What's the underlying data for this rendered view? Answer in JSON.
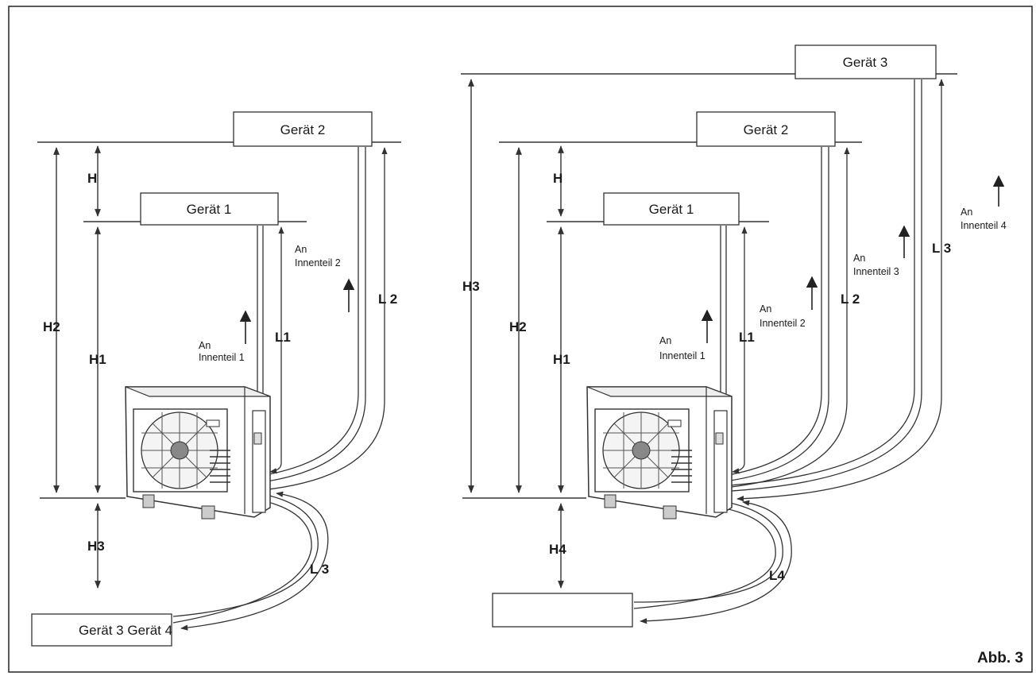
{
  "left": {
    "unit1": "Gerät 1",
    "unit2": "Gerät 2",
    "unit3": "Gerät 3 Gerät 4",
    "dims": {
      "h": "H",
      "h1": "H1",
      "h2": "H2",
      "h3": "H3",
      "l1": "L1",
      "l2": "L 2",
      "l3": "L 3"
    },
    "arrow1": {
      "line1": "An",
      "line2": "Innenteil 1"
    },
    "arrow2": {
      "line1": "An",
      "line2": "Innenteil 2"
    }
  },
  "right": {
    "unit1": "Gerät 1",
    "unit2": "Gerät 2",
    "unit3": "Gerät 3",
    "unit4": "",
    "dims": {
      "h": "H",
      "h1": "H1",
      "h2": "H2",
      "h3": "H3",
      "h4": "H4",
      "l1": "L1",
      "l2": "L 2",
      "l3": "L 3",
      "l4": "L4"
    },
    "arrow1": {
      "line1": "An",
      "line2": "Innenteil 1"
    },
    "arrow2": {
      "line1": "An",
      "line2": "Innenteil 2"
    },
    "arrow3": {
      "line1": "An",
      "line2": "Innenteil 3"
    },
    "arrow4": {
      "line1": "An",
      "line2": "Innenteil 4"
    }
  },
  "figure_label": "Abb. 3"
}
